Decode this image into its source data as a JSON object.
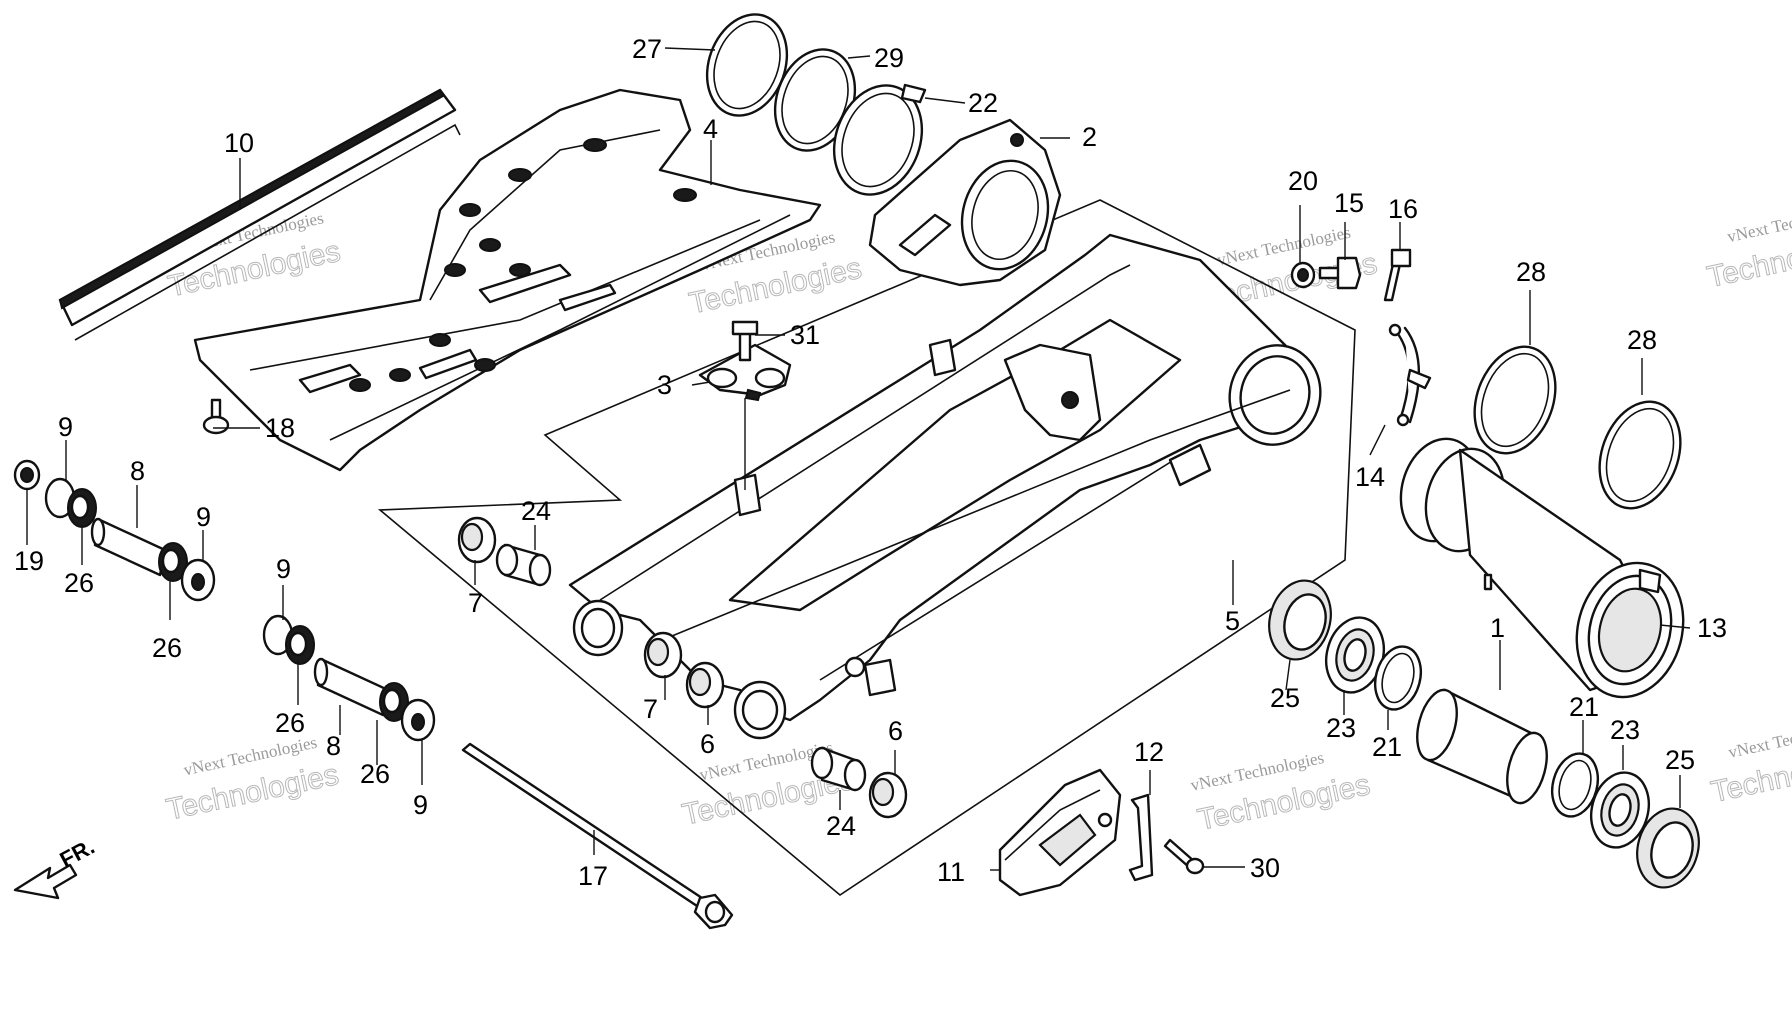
{
  "diagram": {
    "front_label": "FR.",
    "watermark": {
      "line1": "vNext Technologies",
      "line2": "Technologies"
    },
    "callouts": {
      "c1": "1",
      "c2": "2",
      "c3": "3",
      "c4": "4",
      "c5": "5",
      "c6a": "6",
      "c6b": "6",
      "c7a": "7",
      "c7b": "7",
      "c8a": "8",
      "c8b": "8",
      "c9a": "9",
      "c9b": "9",
      "c9c": "9",
      "c9d": "9",
      "c10": "10",
      "c11": "11",
      "c12": "12",
      "c13": "13",
      "c14": "14",
      "c15": "15",
      "c16": "16",
      "c17": "17",
      "c18": "18",
      "c19": "19",
      "c20": "20",
      "c21a": "21",
      "c21b": "21",
      "c22": "22",
      "c23a": "23",
      "c23b": "23",
      "c24a": "24",
      "c24b": "24",
      "c25a": "25",
      "c25b": "25",
      "c26a": "26",
      "c26b": "26",
      "c26c": "26",
      "c26d": "26",
      "c27": "27",
      "c28a": "28",
      "c28b": "28",
      "c29": "29",
      "c30": "30",
      "c31": "31"
    }
  }
}
